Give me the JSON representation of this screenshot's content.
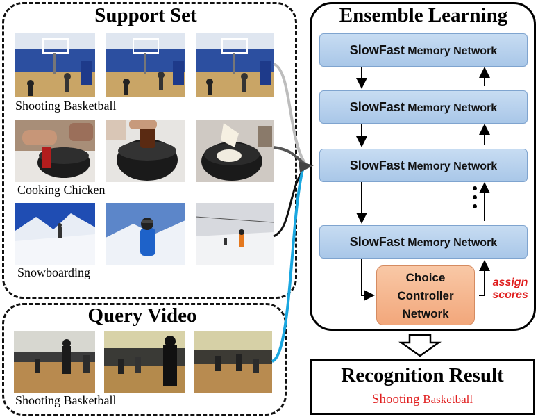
{
  "support_set": {
    "title": "Support Set",
    "rows": [
      {
        "caption": "Shooting Basketball",
        "scene": "basketball"
      },
      {
        "caption": "Cooking Chicken",
        "scene": "cooking"
      },
      {
        "caption": "Snowboarding",
        "scene": "snow"
      }
    ]
  },
  "query_video": {
    "title": "Query Video",
    "caption": "Shooting Basketball",
    "scene": "gym"
  },
  "ensemble": {
    "title": "Ensemble Learning",
    "memory_networks": [
      {
        "prefix": "SlowFast",
        "suffix": "Memory Network"
      },
      {
        "prefix": "SlowFast",
        "suffix": "Memory Network"
      },
      {
        "prefix": "SlowFast",
        "suffix": "Memory Network"
      },
      {
        "prefix": "SlowFast",
        "suffix": "Memory Network"
      }
    ],
    "choice_controller": {
      "line1": "Choice",
      "line2": "Controller",
      "line3": "Network"
    },
    "assign_label": {
      "line1": "assign",
      "line2": "scores"
    }
  },
  "result": {
    "title": "Recognition Result",
    "value_part1": "Shooting",
    "value_part2": "Basketball"
  },
  "colors": {
    "query_arrow": "#1aa7e0",
    "support_arrow_gray": "#bdbdbd",
    "support_arrow_dark": "#555555",
    "result_text": "#e01e1e"
  }
}
